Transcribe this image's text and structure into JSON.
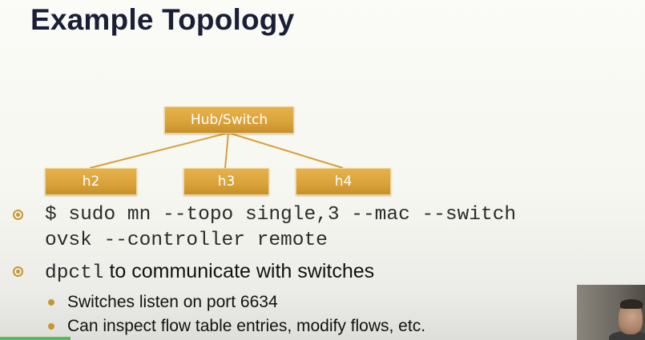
{
  "slide": {
    "title": "Example Topology"
  },
  "topology": {
    "root": "Hub/Switch",
    "hosts": [
      "h2",
      "h3",
      "h4"
    ]
  },
  "bullets": {
    "command_line1": "$ sudo mn --topo single,3 --mac --switch",
    "command_line2": "ovsk --controller remote",
    "dpctl_code": "dpctl",
    "dpctl_text": " to communicate with switches",
    "sub1": "Switches listen on port 6634",
    "sub2": "Can inspect flow table entries, modify flows, etc."
  },
  "colors": {
    "node_fill": "#d9a23a",
    "bullet_accent": "#c8972c",
    "title_color": "#1a1f36",
    "progress_bar": "#58b85a"
  },
  "icons": {
    "bullet_primary": "circle-target-icon",
    "bullet_secondary": "dot-icon"
  }
}
